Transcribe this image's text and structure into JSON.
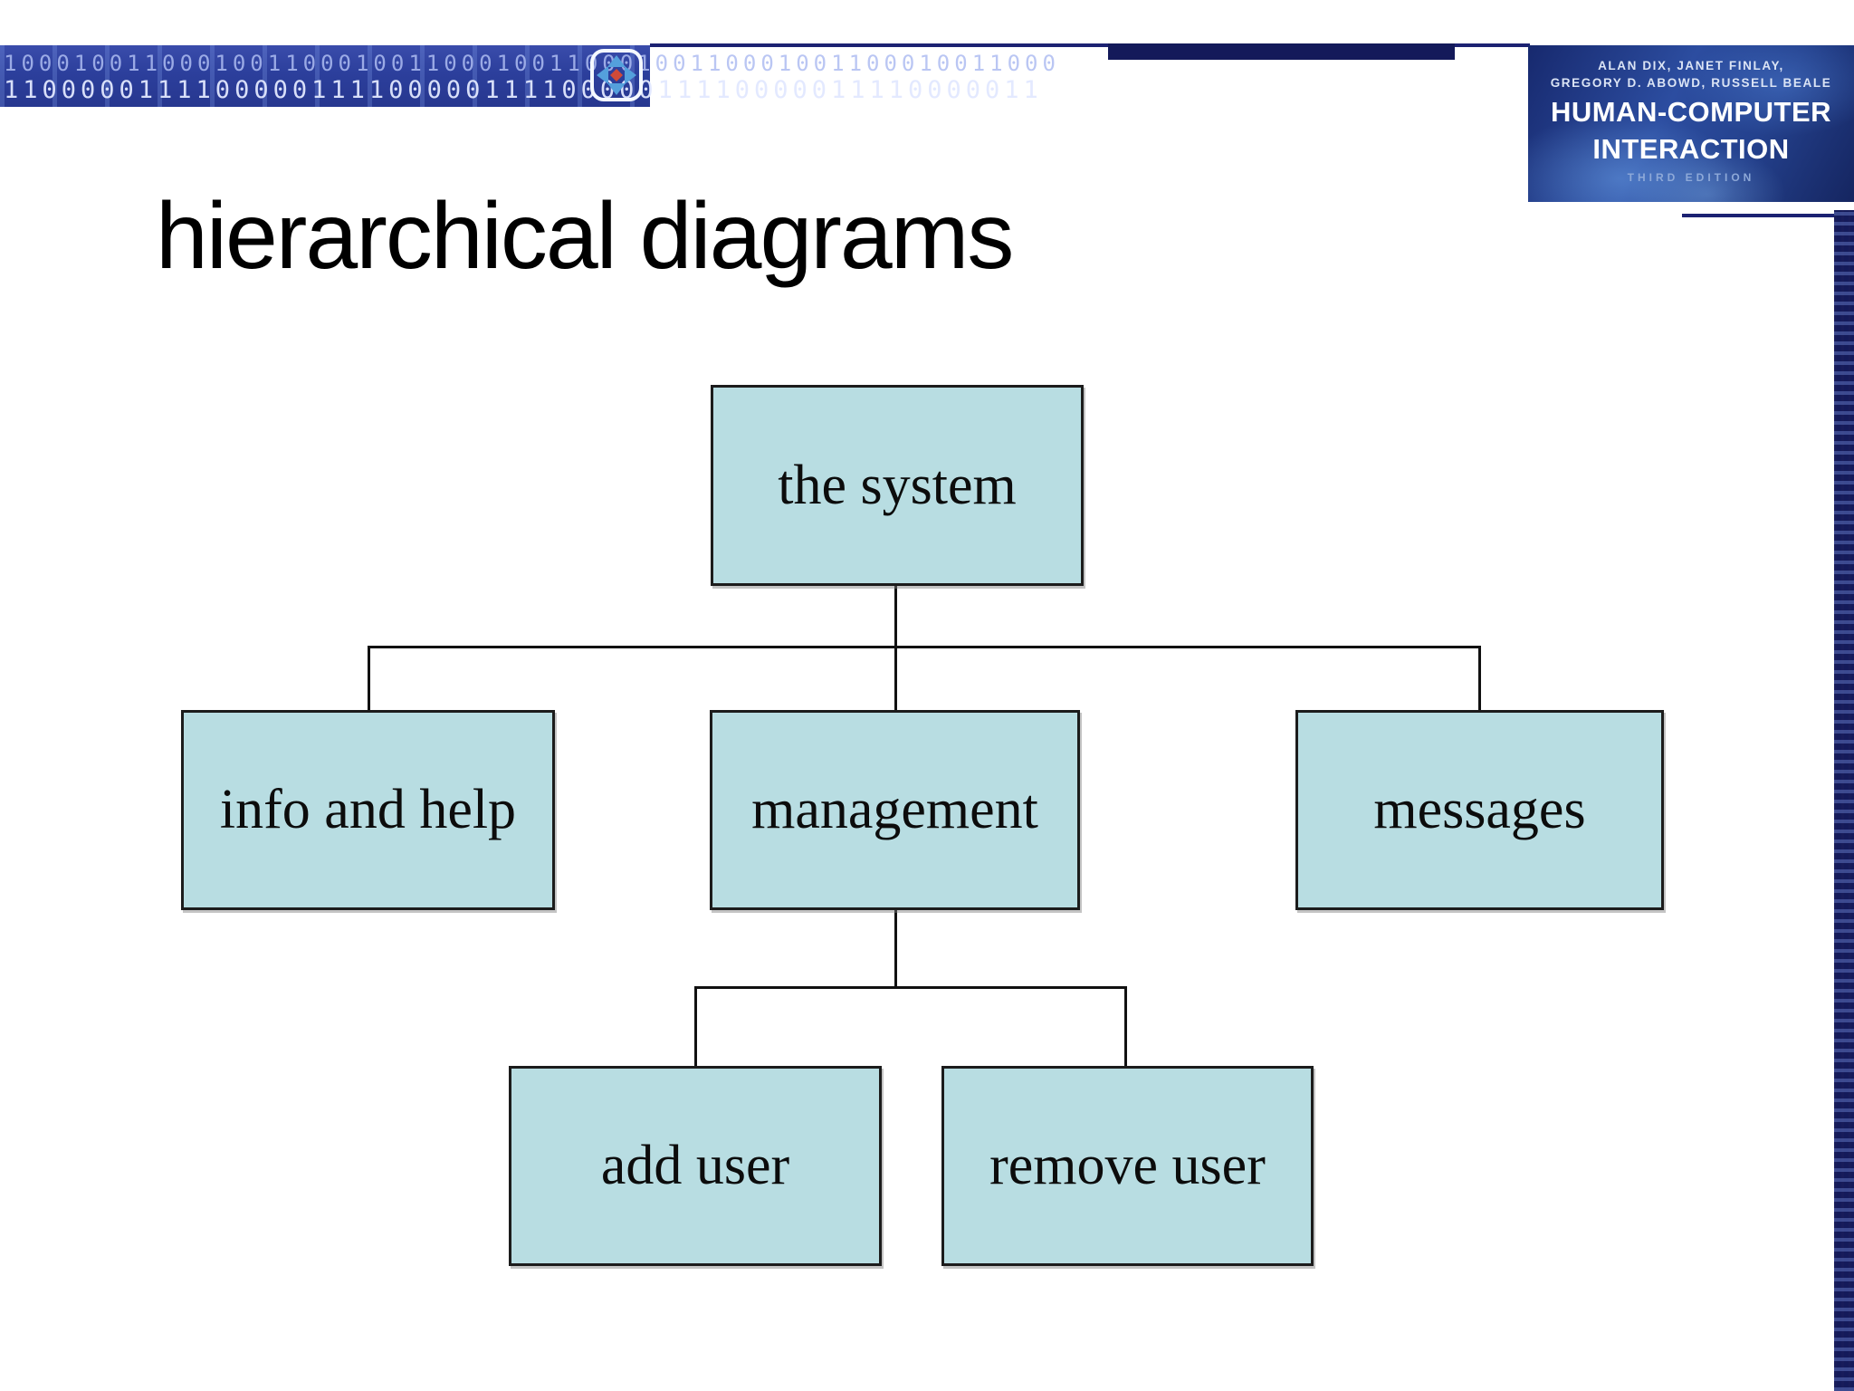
{
  "slide": {
    "title": "hierarchical diagrams"
  },
  "header": {
    "binary_row_1": "100010011000100110001001100010011000100110001001100010011000",
    "binary_row_2": "110000011110000011110000011110000011110000011110000011",
    "book_cover": {
      "authors_line_1": "ALAN DIX, JANET FINLAY,",
      "authors_line_2": "GREGORY D. ABOWD, RUSSELL BEALE",
      "title_line_1": "HUMAN-COMPUTER",
      "title_line_2": "INTERACTION",
      "edition": "THIRD EDITION"
    }
  },
  "diagram": {
    "nodes": [
      {
        "id": "the-system",
        "label": "the system",
        "parent": null
      },
      {
        "id": "info-and-help",
        "label": "info and help",
        "parent": "the-system"
      },
      {
        "id": "management",
        "label": "management",
        "parent": "the-system"
      },
      {
        "id": "messages",
        "label": "messages",
        "parent": "the-system"
      },
      {
        "id": "add-user",
        "label": "add user",
        "parent": "management"
      },
      {
        "id": "remove-user",
        "label": "remove user",
        "parent": "management"
      }
    ]
  },
  "colors": {
    "node_fill": "#b8dde2",
    "node_border": "#1c1c1c",
    "connector": "#111111",
    "strip_bg": "#2c3f9c",
    "strip_digit": "#aebdf2",
    "accent_line": "#1c2272",
    "top_bar": "#141a5a",
    "cover_text": "#ffffff",
    "edition_text": "#8ea9d8",
    "icon_frame": "#f4f8ff",
    "icon_arrow": "#54a0dc",
    "icon_center": "#cf4a38"
  }
}
